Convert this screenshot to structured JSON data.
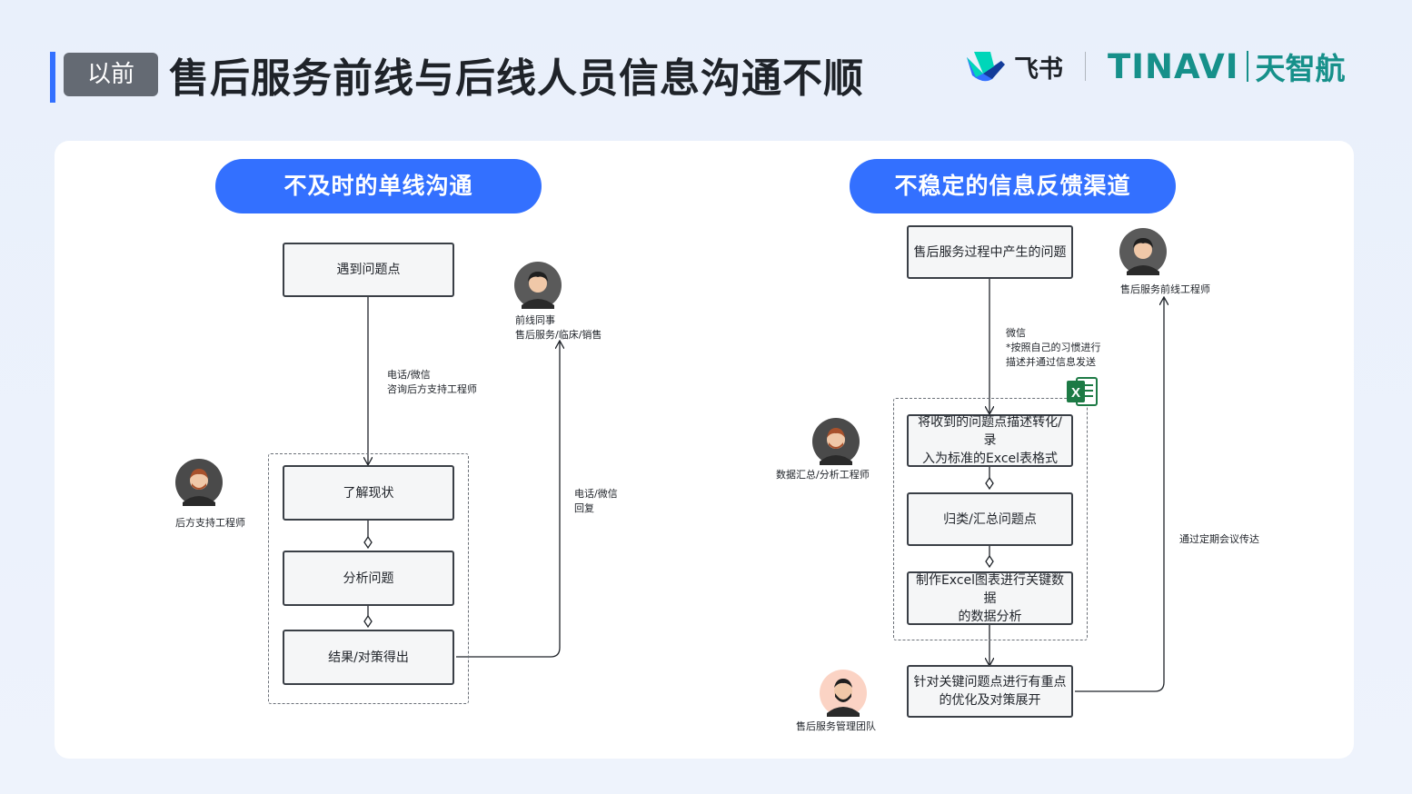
{
  "header": {
    "tag": "以前",
    "title": "售后服务前线与后线人员信息沟通不顺",
    "logo_feishu": "飞书",
    "logo_tinavi_en": "TINAVI",
    "logo_tinavi_cn": "天智航"
  },
  "left": {
    "title": "不及时的单线沟通",
    "boxes": [
      "遇到问题点",
      "了解现状",
      "分析问题",
      "结果/对策得出"
    ],
    "edge_consult_line1": "电话/微信",
    "edge_consult_line2": "咨询后方支持工程师",
    "edge_reply_line1": "电话/微信",
    "edge_reply_line2": "回复",
    "actor_front_line1": "前线同事",
    "actor_front_line2": "售后服务/临床/销售",
    "actor_support": "后方支持工程师"
  },
  "right": {
    "title": "不稳定的信息反馈渠道",
    "box_problem": "售后服务过程中产生的问题",
    "box_convert_line1": "将收到的问题点描述转化/录",
    "box_convert_line2": "入为标准的Excel表格式",
    "box_classify": "归类/汇总问题点",
    "box_chart_line1": "制作Excel图表进行关键数据",
    "box_chart_line2": "的数据分析",
    "box_optimize_line1": "针对关键问题点进行有重点",
    "box_optimize_line2": "的优化及对策展开",
    "edge_wechat_line1": "微信",
    "edge_wechat_line2": "*按照自己的习惯进行",
    "edge_wechat_line3": "描述并通过信息发送",
    "edge_meeting": "通过定期会议传达",
    "excel_icon_letter": "X",
    "actor_front": "售后服务前线工程师",
    "actor_analyst": "数据汇总/分析工程师",
    "actor_management": "售后服务管理团队"
  },
  "colors": {
    "primary_blue": "#3370ff",
    "tinavi_teal": "#16908a",
    "excel_green": "#1d7a45",
    "tag_gray": "#646a73"
  }
}
